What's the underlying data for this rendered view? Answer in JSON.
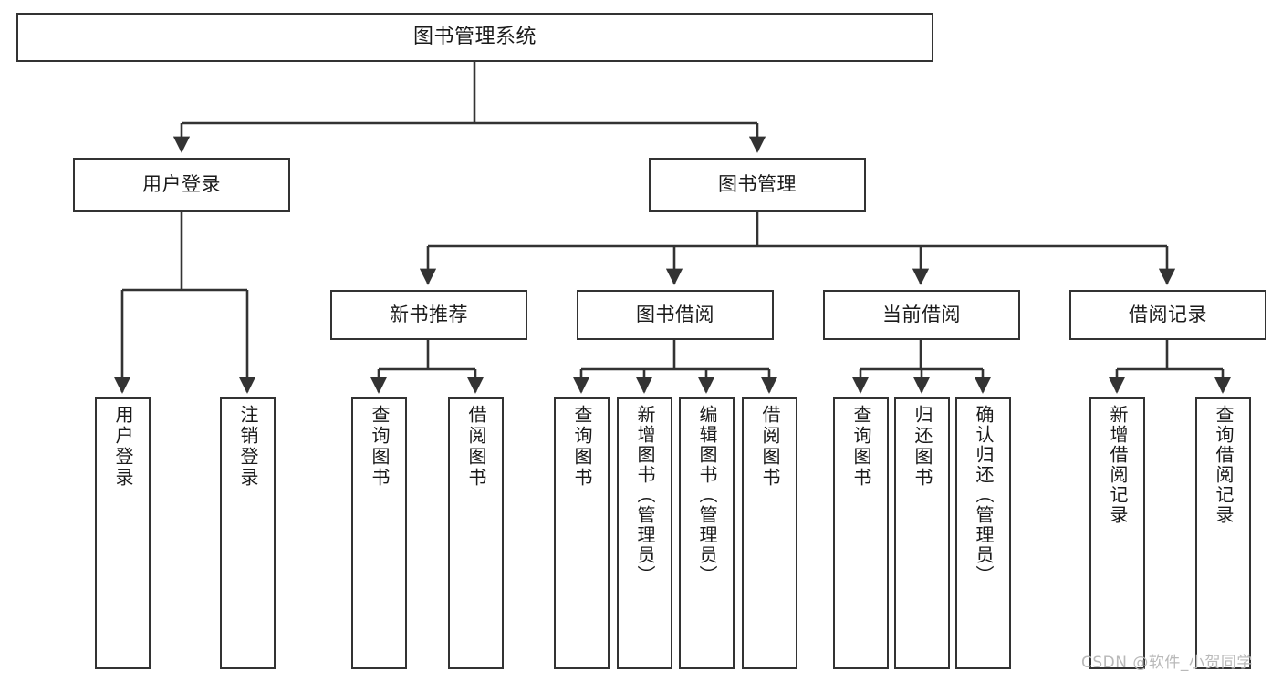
{
  "diagram": {
    "title": "图书管理系统",
    "type": "tree-hierarchy-chart",
    "watermark": "CSDN @软件_小贺同学",
    "colors": {
      "stroke": "#333333",
      "fill": "#ffffff",
      "text": "#1a1a1a",
      "watermark": "#b9b9b9"
    },
    "nodes": {
      "root": {
        "label": "图书管理系统"
      },
      "level2": [
        {
          "id": "user-login",
          "label": "用户登录"
        },
        {
          "id": "book-manage",
          "label": "图书管理"
        }
      ],
      "level3": [
        {
          "id": "new-book-recommend",
          "label": "新书推荐"
        },
        {
          "id": "book-borrow",
          "label": "图书借阅"
        },
        {
          "id": "current-borrow",
          "label": "当前借阅"
        },
        {
          "id": "borrow-record",
          "label": "借阅记录"
        }
      ],
      "leaves": {
        "user_login": [
          {
            "id": "leaf-user-login",
            "label": "用户登录"
          },
          {
            "id": "leaf-logout-login",
            "label": "注销登录"
          }
        ],
        "new_book_recommend": [
          {
            "id": "leaf-query-book-1",
            "label": "查询图书"
          },
          {
            "id": "leaf-borrow-book-1",
            "label": "借阅图书"
          }
        ],
        "book_borrow": [
          {
            "id": "leaf-query-book-2",
            "label": "查询图书"
          },
          {
            "id": "leaf-add-book-admin",
            "label": "新增图书（管理员）"
          },
          {
            "id": "leaf-edit-book-admin",
            "label": "编辑图书（管理员）"
          },
          {
            "id": "leaf-borrow-book-2",
            "label": "借阅图书"
          }
        ],
        "current_borrow": [
          {
            "id": "leaf-query-book-3",
            "label": "查询图书"
          },
          {
            "id": "leaf-return-book",
            "label": "归还图书"
          },
          {
            "id": "leaf-confirm-return-admin",
            "label": "确认归还（管理员）"
          }
        ],
        "borrow_record": [
          {
            "id": "leaf-add-borrow-record",
            "label": "新增借阅记录"
          },
          {
            "id": "leaf-query-borrow-record",
            "label": "查询借阅记录"
          }
        ]
      }
    }
  }
}
